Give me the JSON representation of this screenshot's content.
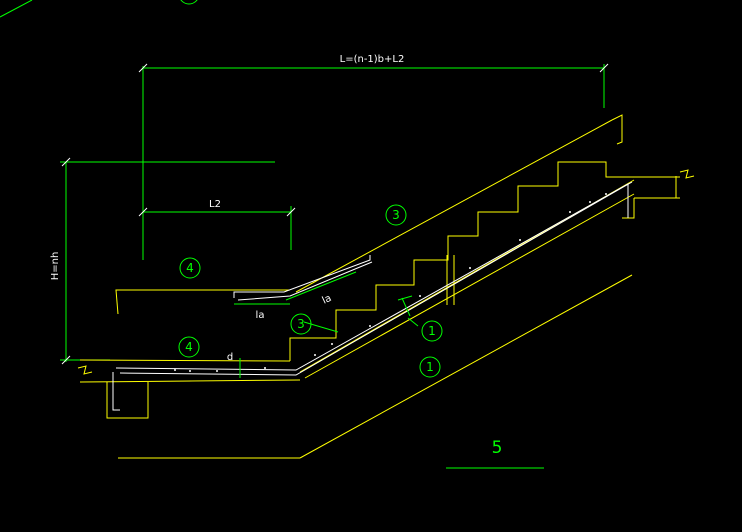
{
  "colors": {
    "background": "#000000",
    "structure": "#ffff00",
    "dimension": "#00ff00",
    "rebar": "#ffffff",
    "text": "#ffffff",
    "callout": "#00ff00"
  },
  "dimensions": {
    "total_length": "L=(n-1)b+L2",
    "landing_length": "L2",
    "height": "H=nh",
    "anchor_left": "la",
    "anchor_right": "la",
    "bar_diameter": "d"
  },
  "callouts": {
    "slab_bar": "3",
    "landing_top_bar": "4",
    "landing_bottom_bar": "4",
    "main_bar_bottom": "1",
    "main_bar_top": "1",
    "inner_bar": "3"
  },
  "section_label": "5"
}
